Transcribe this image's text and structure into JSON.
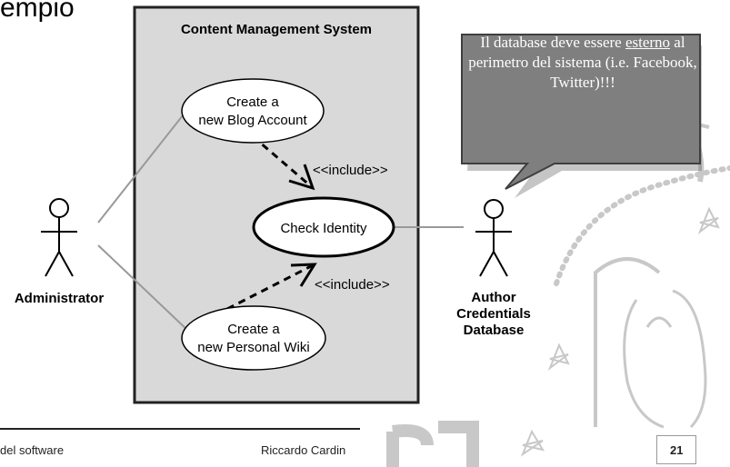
{
  "slide": {
    "title": "empio"
  },
  "diagram": {
    "system_title": "Content Management System",
    "use_cases": {
      "blog": [
        "Create a",
        "new Blog Account"
      ],
      "identity": "Check Identity",
      "wiki": [
        "Create a",
        "new Personal Wiki"
      ]
    },
    "include_labels": [
      "<<include>>",
      "<<include>>"
    ],
    "actors": {
      "admin": "Administrator",
      "db": [
        "Author",
        "Credentials",
        "Database"
      ]
    }
  },
  "callout": {
    "text_before": "Il database deve essere ",
    "underlined": "esterno",
    "text_after": " al perimetro del sistema (i.e. Facebook, Twitter)!!!"
  },
  "footer": {
    "left": "del software",
    "author": "Riccardo Cardin",
    "page": "21"
  },
  "colors": {
    "system_fill": "#d9d9d9",
    "callout_fill": "#7f7f7f",
    "watermark": "#c8c8c8"
  }
}
